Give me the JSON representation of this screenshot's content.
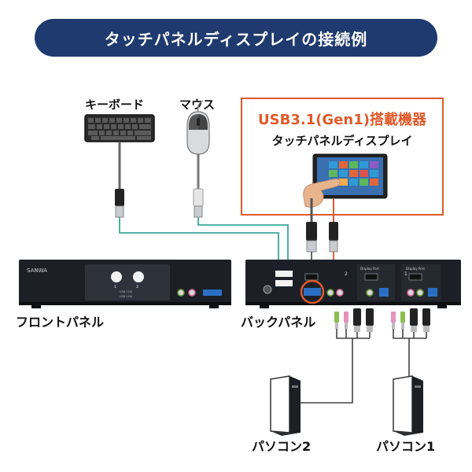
{
  "banner": {
    "title": "タッチパネルディスプレイの接続例"
  },
  "devices": {
    "keyboard": "キーボード",
    "mouse": "マウス",
    "usb_device_title": "USB3.1(Gen1)搭載機器",
    "touch_display": "タッチパネルディスプレイ",
    "front_panel": "フロントパネル",
    "back_panel": "バックパネル",
    "pc2": "パソコン2",
    "pc1": "パソコン1"
  },
  "panel_text": {
    "brand": "SANWA",
    "port_numbers": [
      "1",
      "2"
    ],
    "front_small": [
      "USB LINK",
      "USB LINK"
    ],
    "back_dp": [
      "Display Port",
      "Display Port"
    ],
    "back_numbers": [
      "2",
      "1"
    ]
  },
  "colors": {
    "banner": "#1e3a6e",
    "accent": "#e05a2b",
    "cable_teal": "#3aa79a",
    "cable_gray": "#555555",
    "device_dark": "#1c2026"
  }
}
